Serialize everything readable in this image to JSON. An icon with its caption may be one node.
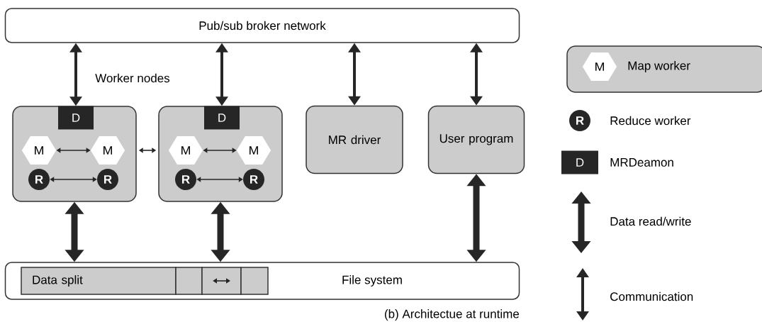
{
  "diagram": {
    "caption": "(b) Architectue at runtime",
    "nodes": [
      {
        "text": [
          "Pub/sub broker network"
        ]
      },
      {
        "text": [],
        "shape": "box"
      },
      {
        "text": [
          "D"
        ],
        "in": 1
      },
      {
        "text": [
          "M"
        ],
        "in": 1
      },
      {
        "text": [
          "M"
        ],
        "in": 1
      },
      {
        "text": [
          "R"
        ],
        "in": 1
      },
      {
        "text": [
          "R"
        ],
        "in": 1
      },
      {
        "text": [],
        "shape": "box"
      },
      {
        "text": [
          "D"
        ],
        "in": 7
      },
      {
        "text": [
          "M"
        ],
        "in": 7
      },
      {
        "text": [
          "M"
        ],
        "in": 7
      },
      {
        "text": [
          "R"
        ],
        "in": 7
      },
      {
        "text": [
          "R"
        ],
        "in": 7
      },
      {
        "text": [
          "MR driver"
        ]
      },
      {
        "text": [
          "User program"
        ]
      },
      {
        "text": [
          "File system"
        ]
      },
      {
        "text": [
          "Data split"
        ],
        "in": 15
      },
      {
        "text": [],
        "shape": "box",
        "in": 15
      },
      {
        "text": [],
        "shape": "box",
        "in": 15
      },
      {
        "text": [],
        "shape": "box",
        "in": 15
      },
      {
        "text": [
          "M"
        ]
      },
      {
        "text": [
          "R"
        ]
      },
      {
        "text": [
          "D"
        ]
      }
    ],
    "edges": [
      {
        "from": 0,
        "to": 2,
        "arrow": "both"
      },
      {
        "from": 0,
        "to": 8,
        "arrow": "both"
      },
      {
        "from": 0,
        "to": 13,
        "arrow": "both"
      },
      {
        "from": 0,
        "to": 14,
        "arrow": "both"
      },
      {
        "from": 3,
        "to": 4,
        "arrow": "both"
      },
      {
        "from": 5,
        "to": 6,
        "arrow": "both"
      },
      {
        "from": 1,
        "to": 7,
        "arrow": "both"
      },
      {
        "from": 9,
        "to": 10,
        "arrow": "both"
      },
      {
        "from": 11,
        "to": 12,
        "arrow": "both"
      },
      {
        "from": 1,
        "to": 15,
        "arrow": "both",
        "style": "thick"
      },
      {
        "from": 7,
        "to": 15,
        "arrow": "both",
        "style": "thick"
      },
      {
        "from": 14,
        "to": 15,
        "arrow": "both",
        "style": "thick"
      }
    ],
    "labels": [
      "Worker nodes"
    ],
    "legend": [
      {
        "text": "Map worker"
      },
      {
        "text": "Reduce worker"
      },
      {
        "text": "MRDeamon"
      },
      {
        "text": "Data read/write"
      },
      {
        "text": "Communication"
      }
    ]
  }
}
